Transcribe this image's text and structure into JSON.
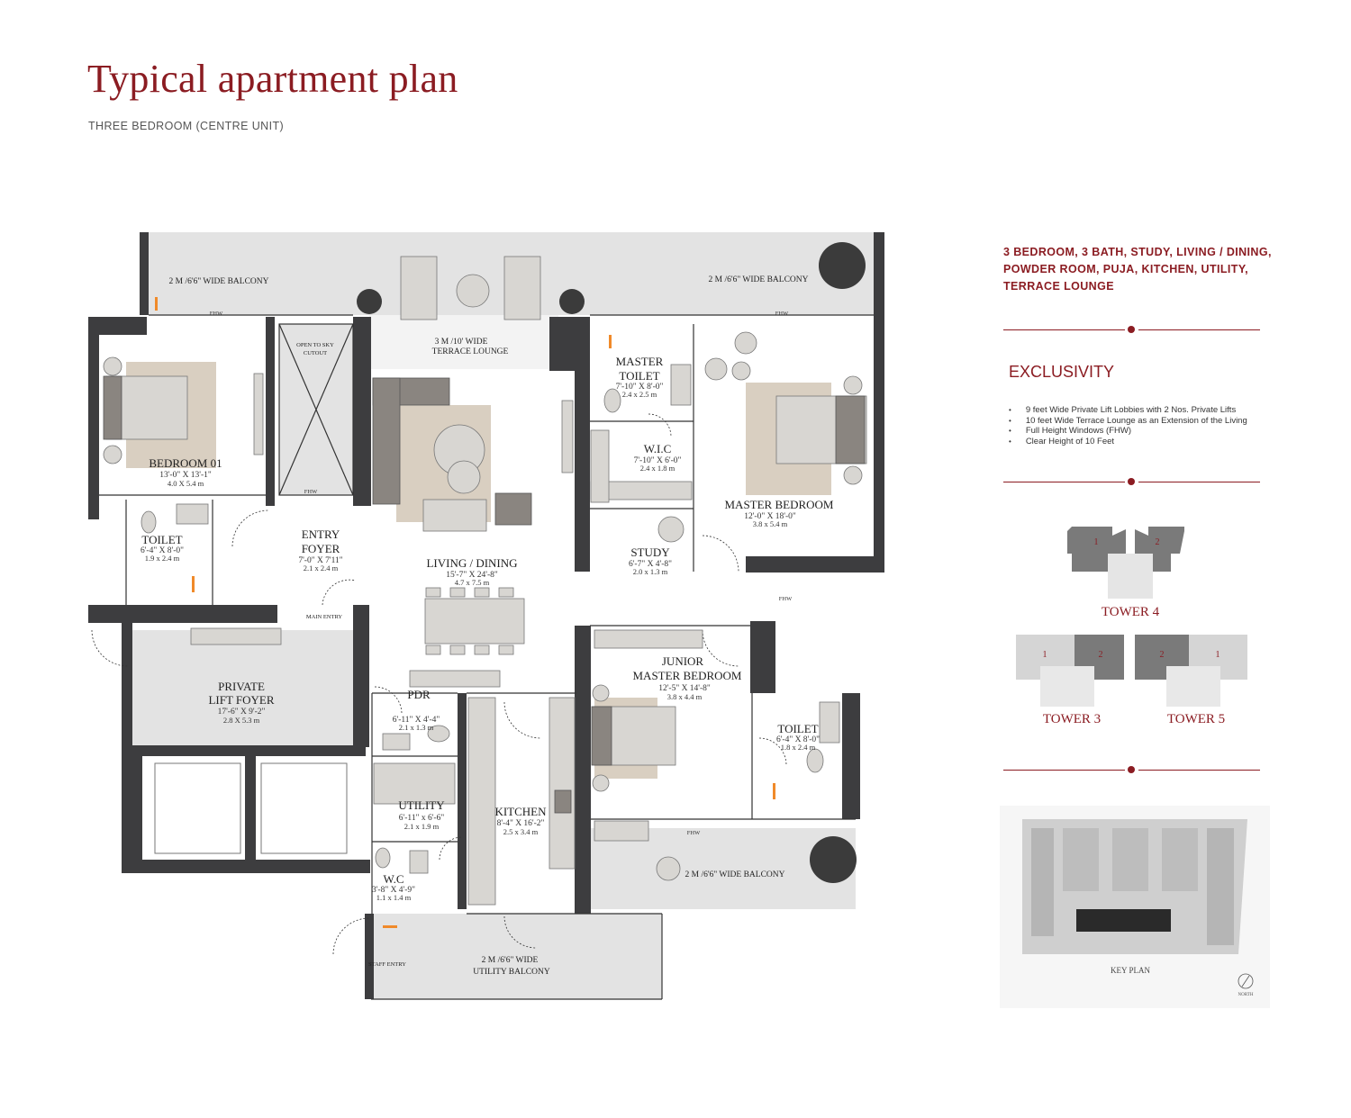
{
  "header": {
    "title": "Typical apartment plan",
    "subtitle": "THREE BEDROOM (CENTRE UNIT)"
  },
  "summary": {
    "lines": [
      "3 BEDROOM, 3 BATH, STUDY, LIVING / DINING,",
      "POWDER ROOM, PUJA, KITCHEN, UTILITY,",
      "TERRACE LOUNGE"
    ]
  },
  "exclusivity": {
    "heading": "EXCLUSIVITY",
    "items": [
      "9 feet Wide Private Lift Lobbies with 2 Nos. Private Lifts",
      "10 feet Wide Terrace Lounge as an Extension of the Living",
      "Full Height Windows (FHW)",
      "Clear Height of 10 Feet"
    ]
  },
  "towers": {
    "tower4": "TOWER 4",
    "tower3": "TOWER 3",
    "tower5": "TOWER 5",
    "n1": "1",
    "n2": "2"
  },
  "key_plan": {
    "label": "KEY PLAN",
    "north": "NORTH"
  },
  "rooms": {
    "bedroom01": {
      "name": "BEDROOM 01",
      "dim": "13'-0\" X 13'-1\"",
      "metric": "4.0 X 5.4 m"
    },
    "toilet1": {
      "name": "TOILET",
      "dim": "6'-4\" X 8'-0\"",
      "metric": "1.9 x 2.4 m"
    },
    "entry": {
      "name1": "ENTRY",
      "name2": "FOYER",
      "dim": "7'-0\" X 7'11\"",
      "metric": "2.1 x 2.4 m"
    },
    "private_lift": {
      "name1": "PRIVATE",
      "name2": "LIFT FOYER",
      "dim": "17'-6\" X 9'-2\"",
      "metric": "2.8 X 5.3 m"
    },
    "living": {
      "name": "LIVING / DINING",
      "dim": "15'-7\" X 24'-8\"",
      "metric": "4.7 x 7.5 m"
    },
    "terrace": {
      "line1": "3 M /10' WIDE",
      "line2": "TERRACE LOUNGE"
    },
    "master_toilet": {
      "name1": "MASTER",
      "name2": "TOILET",
      "dim": "7'-10\" X 8'-0\"",
      "metric": "2.4 x 2.5 m"
    },
    "wic": {
      "name": "W.I.C",
      "dim": "7'-10\" X 6'-0\"",
      "metric": "2.4 x 1.8 m"
    },
    "study": {
      "name": "STUDY",
      "dim": "6'-7\" X 4'-8\"",
      "metric": "2.0 x 1.3 m"
    },
    "master_bedroom": {
      "name": "MASTER BEDROOM",
      "dim": "12'-0\" X 18'-0\"",
      "metric": "3.8 x 5.4 m"
    },
    "junior": {
      "name1": "JUNIOR",
      "name2": "MASTER BEDROOM",
      "dim": "12'-5\" X 14'-8\"",
      "metric": "3.8 x 4.4 m"
    },
    "toilet2": {
      "name": "TOILET",
      "dim": "6'-4\" X 8'-0\"",
      "metric": "1.8 x 2.4 m"
    },
    "pdr": {
      "name": "PDR",
      "dim": "6'-11\" X 4'-4\"",
      "metric": "2.1 x 1.3 m"
    },
    "utility": {
      "name": "UTILITY",
      "dim": "6'-11\" x 6'-6\"",
      "metric": "2.1 x 1.9 m"
    },
    "kitchen": {
      "name": "KITCHEN",
      "dim": "8'-4\" X 16'-2\"",
      "metric": "2.5 x 3.4 m"
    },
    "wc": {
      "name": "W.C",
      "dim": "3'-8\" X 4'-9\"",
      "metric": "1.1 x 1.4 m"
    },
    "utility_balcony": {
      "line1": "2 M /6'6\" WIDE",
      "line2": "UTILITY BALCONY"
    }
  },
  "labels": {
    "balcony": "2 M /6'6\" WIDE BALCONY",
    "fhw": "FHW",
    "open_sky1": "OPEN TO SKY",
    "open_sky2": "CUTOUT",
    "main_entry": "MAIN ENTRY",
    "staff_entry": "STAFF ENTRY"
  },
  "colors": {
    "accent": "#8b1c22",
    "wall": "#3d3d3f",
    "floor": "#e3e3e3"
  }
}
